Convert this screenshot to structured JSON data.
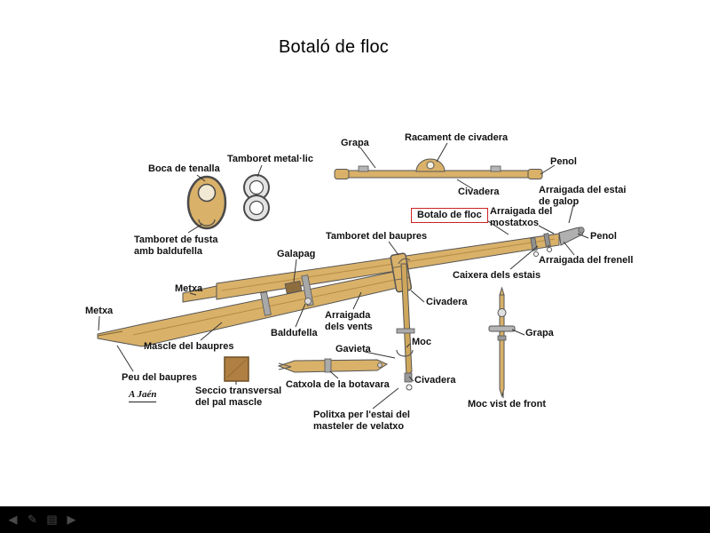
{
  "title": "Botaló de floc",
  "colors": {
    "wood": "#d9b169",
    "wood_dark": "#b58c47",
    "metal": "#b0b0b0",
    "outline": "#4a4a4a",
    "highlight_box": "#cc2222",
    "section_square": "#b08043"
  },
  "labels": {
    "grapa_top": "Grapa",
    "racament_civadera": "Racament de civadera",
    "penol_top": "Penol",
    "civadera_top": "Civadera",
    "boca_de_tenalla": "Boca de tenalla",
    "tamboret_metallic": "Tamboret metal·lic",
    "tamboret_fusta": "Tamboret de fusta amb baldufella",
    "botalo_de_floc": "Botalo de floc",
    "arraigada_estai_galop": "Arraigada del estai de galop",
    "arraigada_mostatxos": "Arraigada del mostatxos",
    "penol_right": "Penol",
    "arraigada_frenell": "Arraigada del frenell",
    "caixera_estais": "Caixera dels estais",
    "tamboret_baupres": "Tamboret del baupres",
    "galapag": "Galapag",
    "metxa_upper": "Metxa",
    "metxa_lower": "Metxa",
    "civadera_mid": "Civadera",
    "arraigada_vents": "Arraigada dels vents",
    "baldufella": "Baldufella",
    "mascle_baupres": "Mascle del baupres",
    "moc": "Moc",
    "gavieta": "Gavieta",
    "grapa_front": "Grapa",
    "peu_baupres": "Peu del baupres",
    "signature": "A Jaén",
    "seccio_transversal": "Seccio transversal del pal mascle",
    "catxola_botavara": "Catxola de la botavara",
    "civadera_bottom": "Civadera",
    "politxa": "Politxa per l'estai del masteler de velatxo",
    "moc_vist_front": "Moc vist de front"
  },
  "toolbar": {
    "icons": [
      {
        "name": "previous-slide",
        "glyph": "◀"
      },
      {
        "name": "pen-tool",
        "glyph": "✎"
      },
      {
        "name": "slide-menu",
        "glyph": "▤"
      },
      {
        "name": "next-slide",
        "glyph": "▶"
      }
    ]
  }
}
